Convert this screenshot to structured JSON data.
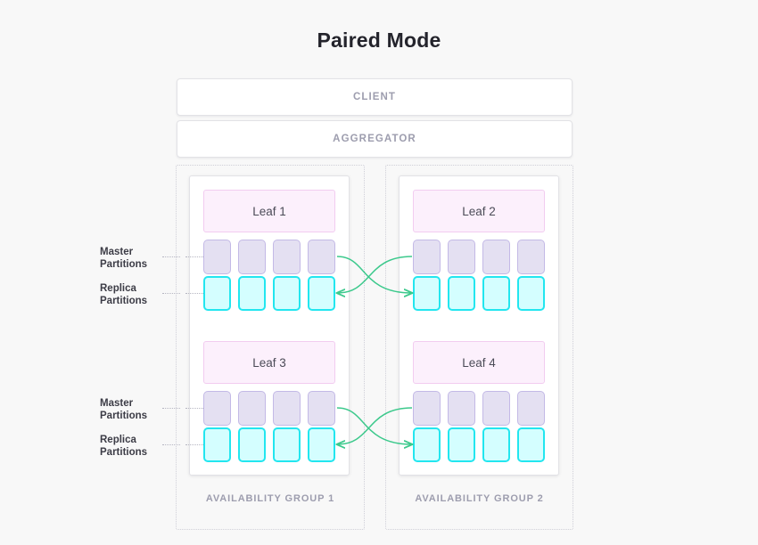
{
  "title": "Paired Mode",
  "colors": {
    "background": "#f8f8f8",
    "card_border": "#e2e2e6",
    "leaf_fill": "#fcf0fc",
    "leaf_border": "#f2ccf0",
    "master_fill": "#e4e0f2",
    "master_border": "#c3b9e6",
    "replica_fill": "#d4feff",
    "replica_border": "#22e6ef",
    "arrow_green": "#3cc98c",
    "muted_text": "#9d9dae",
    "label_text": "#3c3c46"
  },
  "tiers": [
    {
      "name": "client",
      "label": "CLIENT"
    },
    {
      "name": "aggregator",
      "label": "AGGREGATOR"
    }
  ],
  "availability_groups": [
    {
      "id": "ag1",
      "label": "AVAILABILITY GROUP 1",
      "leaves": [
        {
          "id": "leaf1",
          "label": "Leaf 1",
          "master_count": 4,
          "replica_count": 4
        },
        {
          "id": "leaf3",
          "label": "Leaf 3",
          "master_count": 4,
          "replica_count": 4
        }
      ]
    },
    {
      "id": "ag2",
      "label": "AVAILABILITY GROUP 2",
      "leaves": [
        {
          "id": "leaf2",
          "label": "Leaf 2",
          "master_count": 4,
          "replica_count": 4
        },
        {
          "id": "leaf4",
          "label": "Leaf 4",
          "master_count": 4,
          "replica_count": 4
        }
      ]
    }
  ],
  "annotations": {
    "master_label_line1": "Master",
    "master_label_line2": "Partitions",
    "replica_label_line1": "Replica",
    "replica_label_line2": "Partitions"
  },
  "replication_links": [
    {
      "from": "leaf1-master",
      "to": "leaf2-replica",
      "direction": "right"
    },
    {
      "from": "leaf2-master",
      "to": "leaf1-replica",
      "direction": "left"
    },
    {
      "from": "leaf3-master",
      "to": "leaf4-replica",
      "direction": "right"
    },
    {
      "from": "leaf4-master",
      "to": "leaf3-replica",
      "direction": "left"
    }
  ]
}
